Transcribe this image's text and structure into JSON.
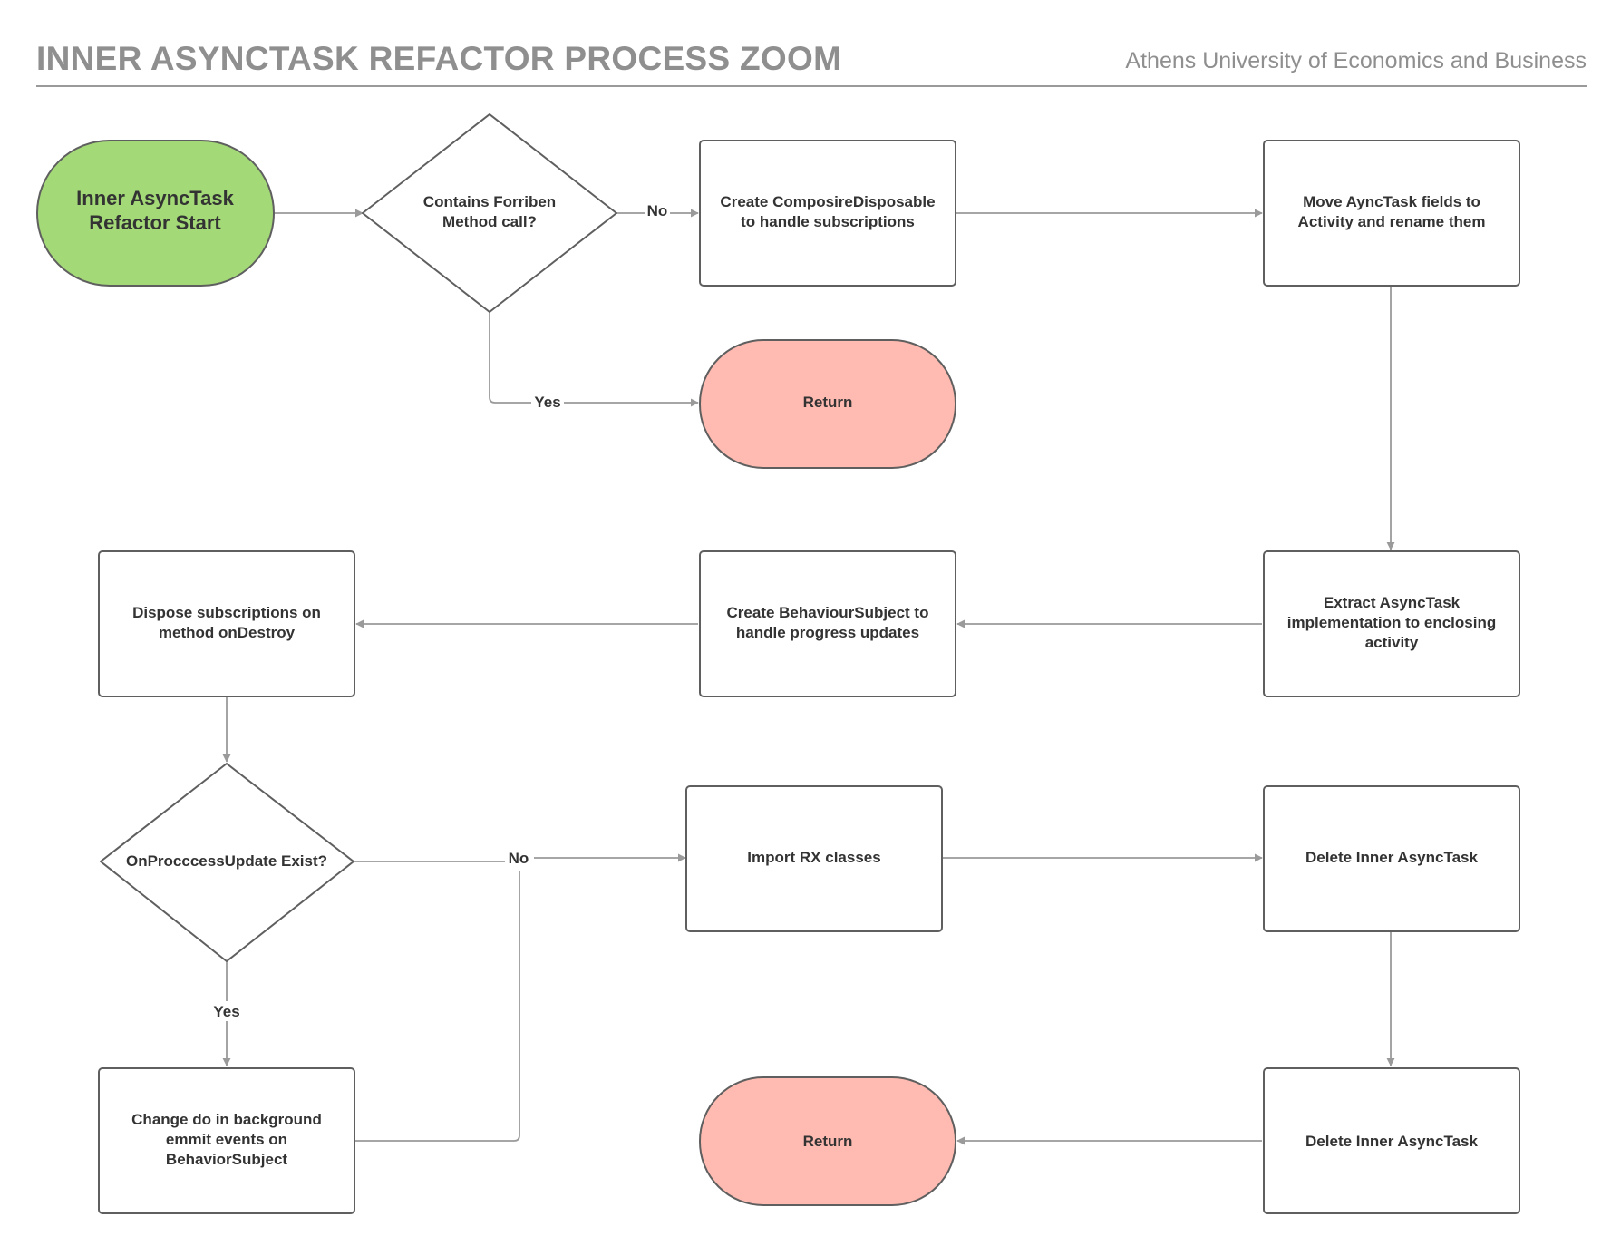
{
  "header": {
    "title": "INNER ASYNCTASK REFACTOR PROCESS ZOOM",
    "organization": "Athens University of Economics and Business"
  },
  "colors": {
    "start_fill": "#a3d977",
    "return_fill": "#ffbbb1",
    "node_stroke": "#5f5f5f",
    "edge_stroke": "#9a9a9a",
    "title_text": "#8f8f8f"
  },
  "nodes": {
    "start": [
      "Inner AsyncTask",
      "Refactor Start"
    ],
    "decision_forbidden": [
      "Contains Forriben",
      "Method call?"
    ],
    "create_composite": [
      "Create ComposireDisposable",
      "to handle subscriptions"
    ],
    "move_fields": [
      "Move AyncTask fields to",
      "Activity and rename them"
    ],
    "return_top": [
      "Return"
    ],
    "extract_impl": [
      "Extract AsyncTask",
      "implementation to enclosing",
      "activity"
    ],
    "create_behaviour": [
      "Create BehaviourSubject to",
      "handle progress updates"
    ],
    "dispose_subs": [
      "Dispose subscriptions on",
      "method onDestroy"
    ],
    "decision_progress": [
      "OnProcccessUpdate Exist?"
    ],
    "import_rx": [
      "Import RX classes"
    ],
    "delete_inner_1": [
      "Delete  Inner AsyncTask"
    ],
    "change_bg": [
      "Change do in background",
      "emmit events on",
      "BehaviorSubject"
    ],
    "return_bottom": [
      "Return"
    ],
    "delete_inner_2": [
      "Delete  Inner AsyncTask"
    ]
  },
  "edges": {
    "no_1": "No",
    "yes_1": "Yes",
    "no_2": "No",
    "yes_2": "Yes"
  }
}
